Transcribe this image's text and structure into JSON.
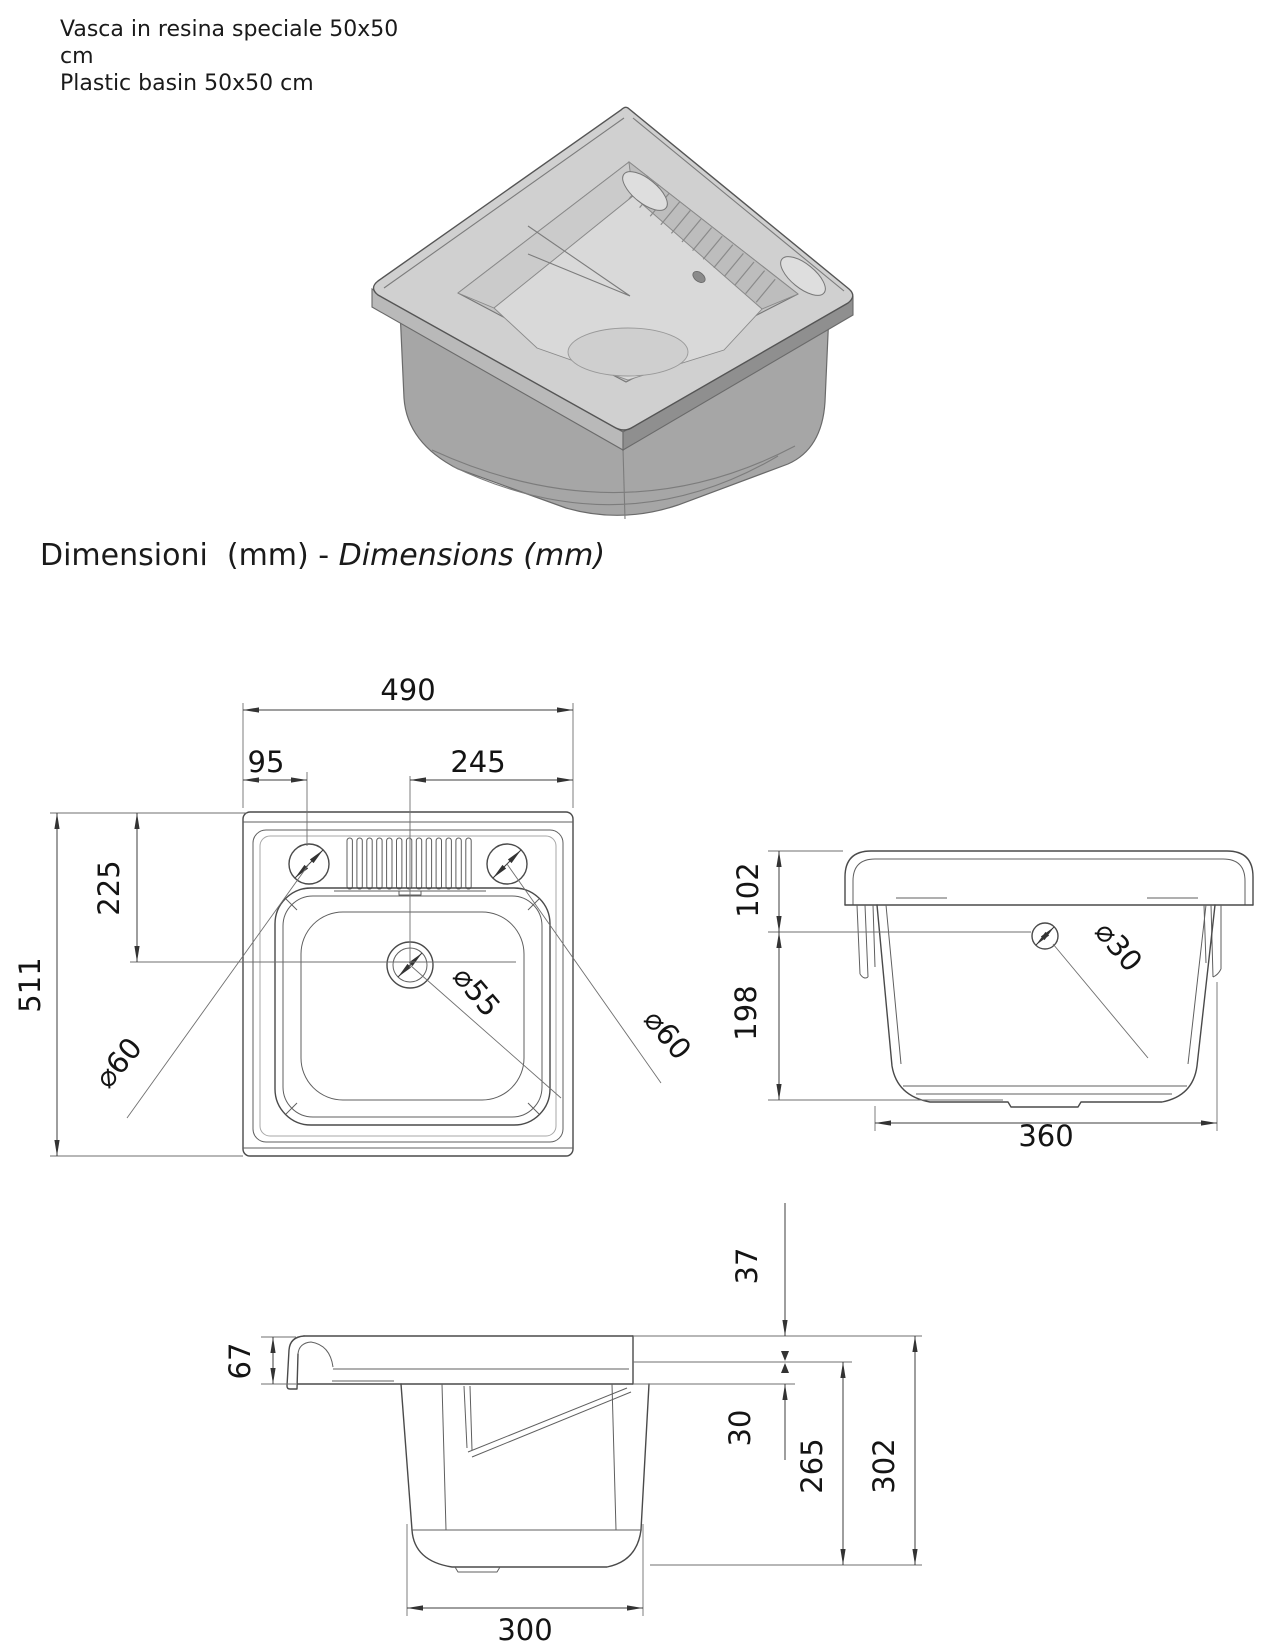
{
  "product": {
    "title_lines_it": [
      "Vasca in resina speciale 50x50",
      "cm"
    ],
    "title_en": "Plastic basin 50x50 cm"
  },
  "section_heading": {
    "italian": "Dimensioni  (mm) - ",
    "english": "Dimensions (mm)"
  },
  "views": {
    "plan": {
      "dims": {
        "overall_width": "490",
        "hole_offset": "95",
        "center_to_edge": "245",
        "drain_depth": "225",
        "overall_depth": "511"
      },
      "labels": {
        "left_hole": "⌀60",
        "right_hole": "⌀60",
        "drain_hole": "⌀55"
      }
    },
    "front_elevation": {
      "dims": {
        "rim_to_hole": "102",
        "hole_to_bottom": "198",
        "bottom_width": "360"
      },
      "labels": {
        "overflow_hole": "⌀30"
      }
    },
    "side_section": {
      "dims": {
        "edge_thickness": "67",
        "top_offset": "37",
        "under_step": "30",
        "body_depth": "265",
        "overall_height": "302",
        "bottom_width": "300"
      }
    }
  }
}
